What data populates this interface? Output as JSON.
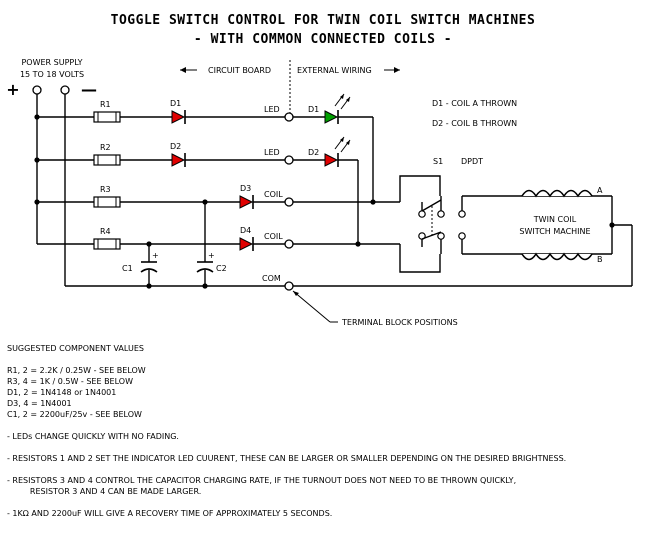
{
  "title_line1": "TOGGLE SWITCH CONTROL FOR TWIN COIL SWITCH MACHINES",
  "title_line2": "- WITH COMMON CONNECTED COILS -",
  "power": {
    "label1": "POWER SUPPLY",
    "label2": "15 TO 18 VOLTS",
    "plus": "+",
    "minus": "—"
  },
  "sections": {
    "board": "CIRCUIT BOARD",
    "external": "EXTERNAL WIRING"
  },
  "resistors": [
    "R1",
    "R2",
    "R3",
    "R4"
  ],
  "diodes": [
    "D1",
    "D2",
    "D3",
    "D4"
  ],
  "leds": [
    "D1",
    "D2"
  ],
  "terminals": [
    "LED",
    "LED",
    "COIL",
    "COIL",
    "COM"
  ],
  "capacitors": [
    "C1",
    "C2"
  ],
  "cap_sign": "+",
  "switch": {
    "ref": "S1",
    "type": "DPDT"
  },
  "machine": {
    "line1": "TWIN COIL",
    "line2": "SWITCH MACHINE",
    "coil_a": "A",
    "coil_b": "B"
  },
  "legend": [
    "D1 - COIL A THROWN",
    "D2 - COIL B THROWN"
  ],
  "terminal_note": "TERMINAL BLOCK POSITIONS",
  "colors": {
    "led1": "#00a000",
    "led2": "#e00000",
    "diode": "#e00000"
  },
  "notes": [
    "SUGGESTED COMPONENT VALUES",
    "",
    "R1, 2 = 2.2K / 0.25W - SEE BELOW",
    "R3, 4 = 1K / 0.5W - SEE BELOW",
    "D1, 2 = 1N4148 or 1N4001",
    "D3, 4 = 1N4001",
    "C1, 2 = 2200uF/25v - SEE BELOW",
    "",
    "- LEDs CHANGE QUICKLY WITH NO FADING.",
    "",
    "- RESISTORS 1 AND 2 SET THE INDICATOR LED CUURENT, THESE CAN BE LARGER OR SMALLER DEPENDING ON THE DESIRED BRIGHTNESS.",
    "",
    "- RESISTORS 3 AND 4 CONTROL THE CAPACITOR CHARGING RATE, IF THE TURNOUT DOES NOT NEED TO BE THROWN QUICKLY,",
    "         RESISTOR 3 AND 4 CAN BE MADE LARGER.",
    "",
    "- 1KΩ AND 2200uF WILL GIVE A RECOVERY TIME OF APPROXIMATELY 5 SECONDS."
  ]
}
